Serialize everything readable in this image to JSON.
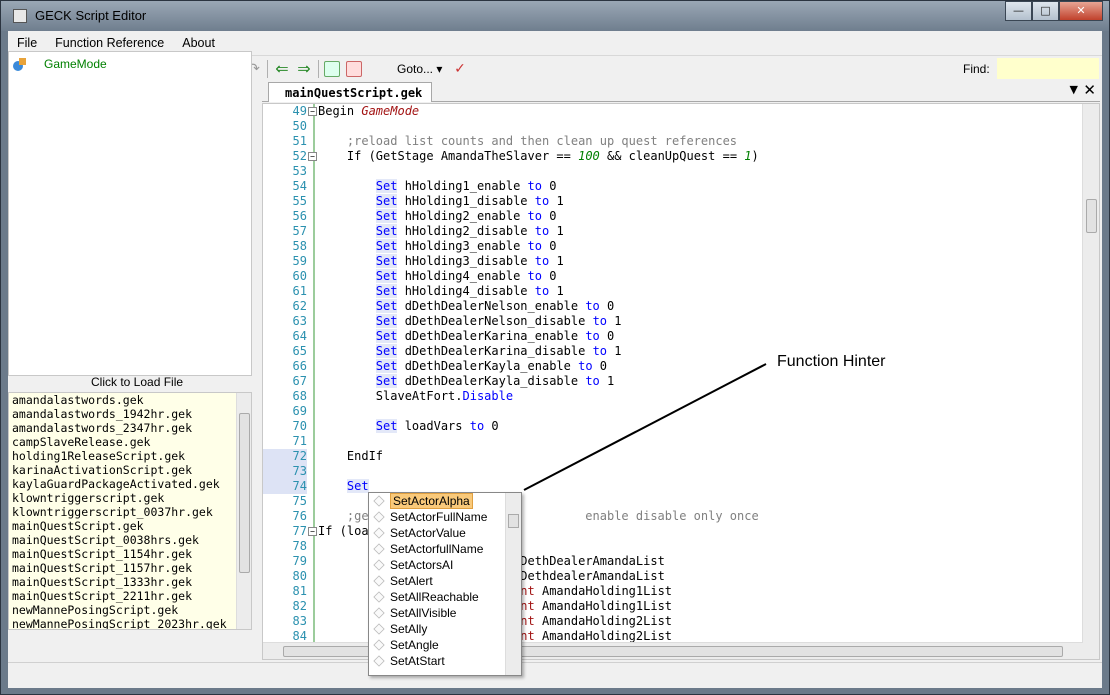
{
  "window": {
    "title": "GECK Script Editor"
  },
  "menu": [
    "File",
    "Function Reference",
    "About"
  ],
  "toolbar": {
    "goto_label": "Goto...",
    "find_label": "Find:",
    "find_value": ""
  },
  "left_panel": {
    "tree_item": "GameMode",
    "load_label": "Click to Load File",
    "files": [
      "amandalastwords.gek",
      "amandalastwords_1942hr.gek",
      "amandalastwords_2347hr.gek",
      "campSlaveRelease.gek",
      "holding1ReleaseScript.gek",
      "karinaActivationScript.gek",
      "kaylaGuardPackageActivated.gek",
      "klowntriggerscript.gek",
      "klowntriggerscript_0037hr.gek",
      "mainQuestScript.gek",
      "mainQuestScript_0038hrs.gek",
      "mainQuestScript_1154hr.gek",
      "mainQuestScript_1157hr.gek",
      "mainQuestScript_1333hr.gek",
      "mainQuestScript_2211hr.gek",
      "newMannePosingScript.gek",
      "newMannePosingScript_2023hr.gek"
    ]
  },
  "editor": {
    "tab_label": "mainQuestScript.gek",
    "lines": [
      {
        "n": "49",
        "t": "Begin GameMode"
      },
      {
        "n": "50",
        "t": ""
      },
      {
        "n": "51",
        "t": "    ;reload list counts and then clean up quest references"
      },
      {
        "n": "52",
        "t": "    If (GetStage AmandaTheSlaver == 100 && cleanUpQuest == 1)"
      },
      {
        "n": "53",
        "t": ""
      },
      {
        "n": "54",
        "t": "        Set hHolding1_enable to 0"
      },
      {
        "n": "55",
        "t": "        Set hHolding1_disable to 1"
      },
      {
        "n": "56",
        "t": "        Set hHolding2_enable to 0"
      },
      {
        "n": "57",
        "t": "        Set hHolding2_disable to 1"
      },
      {
        "n": "58",
        "t": "        Set hHolding3_enable to 0"
      },
      {
        "n": "59",
        "t": "        Set hHolding3_disable to 1"
      },
      {
        "n": "60",
        "t": "        Set hHolding4_enable to 0"
      },
      {
        "n": "61",
        "t": "        Set hHolding4_disable to 1"
      },
      {
        "n": "62",
        "t": "        Set dDethDealerNelson_enable to 0"
      },
      {
        "n": "63",
        "t": "        Set dDethDealerNelson_disable to 1"
      },
      {
        "n": "64",
        "t": "        Set dDethDealerKarina_enable to 0"
      },
      {
        "n": "65",
        "t": "        Set dDethDealerKarina_disable to 1"
      },
      {
        "n": "66",
        "t": "        Set dDethDealerKayla_enable to 0"
      },
      {
        "n": "67",
        "t": "        Set dDethDealerKayla_disable to 1"
      },
      {
        "n": "68",
        "t": "        SlaveAtFort.Disable"
      },
      {
        "n": "69",
        "t": ""
      },
      {
        "n": "70",
        "t": "        Set loadVars to 0"
      },
      {
        "n": "71",
        "t": ""
      },
      {
        "n": "72",
        "t": "    EndIf"
      },
      {
        "n": "73",
        "t": ""
      },
      {
        "n": "74",
        "t": "    Set"
      },
      {
        "n": "75",
        "t": ""
      },
      {
        "n": "76",
        "t": "    ;ge                              enable disable only once"
      },
      {
        "n": "77",
        "t": "If (loa"
      },
      {
        "n": "78",
        "t": ""
      },
      {
        "n": "79",
        "t": "                      Count DethDealerAmandaList"
      },
      {
        "n": "80",
        "t": "                      Count DethdealerAmandaList"
      },
      {
        "n": "81",
        "t": "                      GetCount AmandaHolding1List"
      },
      {
        "n": "82",
        "t": "                      GetCount AmandaHolding1List"
      },
      {
        "n": "83",
        "t": "                      GetCount AmandaHolding2List"
      },
      {
        "n": "84",
        "t": "                      GetCount AmandaHolding2List"
      }
    ]
  },
  "autocomplete": {
    "items": [
      "SetActorAlpha",
      "SetActorFullName",
      "SetActorValue",
      "SetActorfullName",
      "SetActorsAI",
      "SetAlert",
      "SetAllReachable",
      "SetAllVisible",
      "SetAlly",
      "SetAngle",
      "SetAtStart"
    ],
    "selected_index": 0
  },
  "annotation": {
    "label": "Function Hinter"
  }
}
